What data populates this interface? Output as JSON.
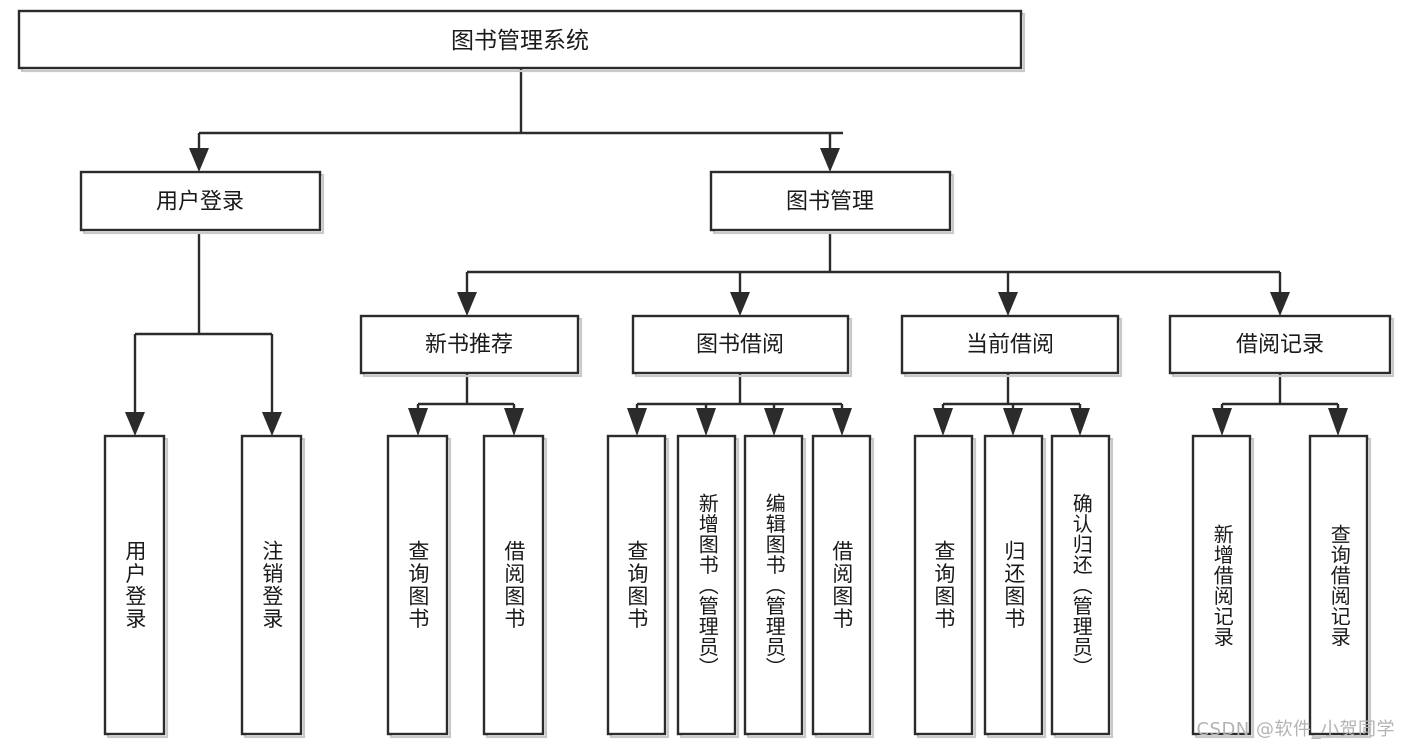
{
  "diagram": {
    "type": "tree",
    "orientation": "top-down",
    "title_node": {
      "label": "图书管理系统"
    },
    "level2": [
      {
        "id": "user-login",
        "label": "用户登录"
      },
      {
        "id": "book-manage",
        "label": "图书管理"
      }
    ],
    "level3": [
      {
        "id": "new-book-recommend",
        "label": "新书推荐"
      },
      {
        "id": "book-borrow",
        "label": "图书借阅"
      },
      {
        "id": "current-borrow",
        "label": "当前借阅"
      },
      {
        "id": "borrow-record",
        "label": "借阅记录"
      }
    ],
    "leaves": {
      "user_login": [
        {
          "id": "leaf-user-login",
          "label": "用户登录"
        },
        {
          "id": "leaf-logout-login",
          "label": "注销登录"
        }
      ],
      "new_book_recommend": [
        {
          "id": "leaf-query-book-1",
          "label": "查询图书"
        },
        {
          "id": "leaf-borrow-book-1",
          "label": "借阅图书"
        }
      ],
      "book_borrow": [
        {
          "id": "leaf-query-book-2",
          "label": "查询图书"
        },
        {
          "id": "leaf-add-book",
          "label": "新增图书（管理员）"
        },
        {
          "id": "leaf-edit-book",
          "label": "编辑图书（管理员）"
        },
        {
          "id": "leaf-borrow-book-2",
          "label": "借阅图书"
        }
      ],
      "current_borrow": [
        {
          "id": "leaf-query-book-3",
          "label": "查询图书"
        },
        {
          "id": "leaf-return-book",
          "label": "归还图书"
        },
        {
          "id": "leaf-confirm-return",
          "label": "确认归还（管理员）"
        }
      ],
      "borrow_record": [
        {
          "id": "leaf-add-record",
          "label": "新增借阅记录"
        },
        {
          "id": "leaf-query-record",
          "label": "查询借阅记录"
        }
      ]
    },
    "colors": {
      "box_stroke": "#2b2b2b",
      "box_fill": "#ffffff",
      "edge": "#2b2b2b",
      "text": "#1a1a1a",
      "watermark": "#b3b3b3",
      "background": "#ffffff"
    }
  },
  "watermark": {
    "text": "CSDN @软件_小贺同学"
  }
}
